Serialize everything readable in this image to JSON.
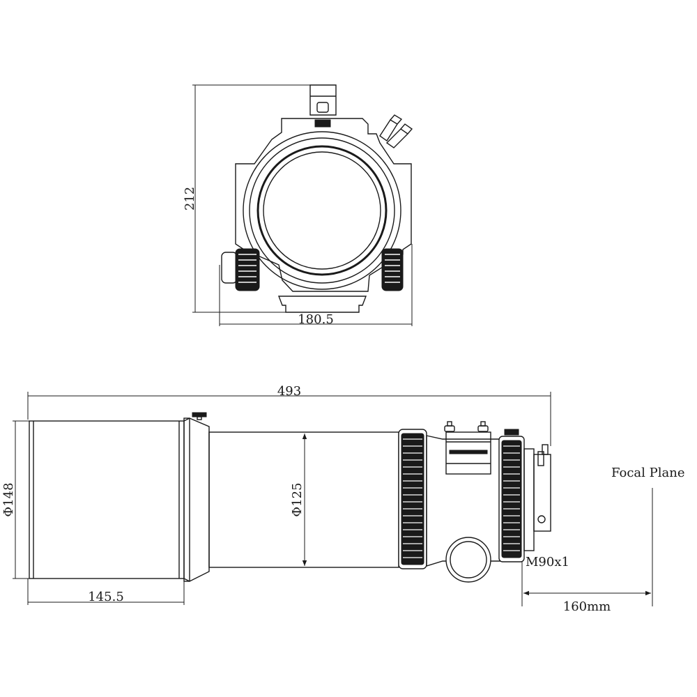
{
  "front_view": {
    "height_label": "212",
    "width_label": "180.5"
  },
  "side_view": {
    "length_label": "493",
    "dew_shield_diameter_label": "Φ148",
    "tube_diameter_label": "Φ125",
    "dew_shield_length_label": "145.5",
    "thread_label": "M90x1",
    "focal_plane_label": "Focal Plane",
    "back_focus_label": "160mm"
  },
  "colors": {
    "line": "#1a1a1a",
    "background": "#ffffff"
  }
}
